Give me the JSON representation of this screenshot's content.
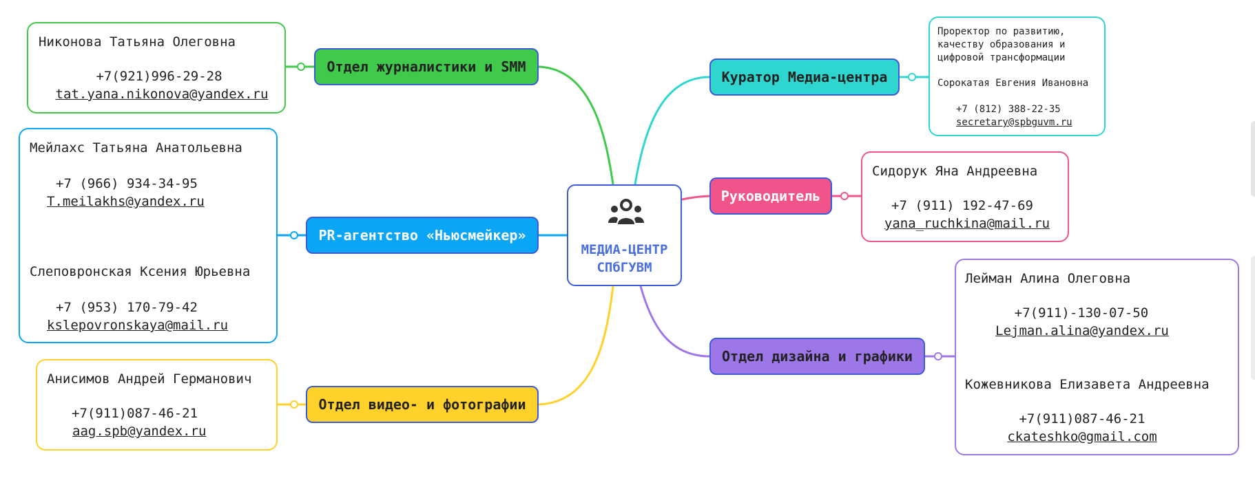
{
  "center": {
    "line1": "МЕДИА-ЦЕНТР",
    "line2": "СПбГУВМ",
    "icon": "people-group-icon"
  },
  "branches": {
    "journalism": {
      "label": "Отдел журналистики и SMM",
      "color": "#40c94a"
    },
    "pr": {
      "label": "PR-агентство «Ньюсмейкер»",
      "color": "#0aa5f5"
    },
    "video": {
      "label": "Отдел видео- и фотографии",
      "color": "#ffd12a"
    },
    "curator": {
      "label": "Куратор Медиа-центра",
      "color": "#2fd6d0"
    },
    "head": {
      "label": "Руководитель",
      "color": "#f0548a"
    },
    "design": {
      "label": "Отдел дизайна и графики",
      "color": "#9d77e8"
    }
  },
  "cards": {
    "journalism": {
      "name": "Никонова Татьяна Олеговна",
      "phone": "+7(921)996-29-28",
      "email": "tat.yana.nikonova@yandex.ru"
    },
    "pr": [
      {
        "name": "Мейлахс Татьяна Анатольевна",
        "phone": "+7 (966) 934-34-95",
        "email": "T.meilakhs@yandex.ru"
      },
      {
        "name": "Слеповронская Ксения Юрьевна",
        "phone": "+7 (953) 170-79-42",
        "email": "kslepovronskaya@mail.ru"
      }
    ],
    "video": {
      "name": "Анисимов Андрей Германович",
      "phone": "+7(911)087-46-21",
      "email": "aag.spb@yandex.ru"
    },
    "curator": {
      "role1": "Проректор по развитию,",
      "role2": "качеству образования и",
      "role3": "цифровой трансформации",
      "name": "Сорокатая Евгения Ивановна",
      "phone": "+7 (812) 388-22-35",
      "email": "secretary@spbguvm.ru"
    },
    "head": {
      "name": "Сидорук Яна Андреевна",
      "phone": "+7 (911) 192-47-69",
      "email": "yana_ruchkina@mail.ru"
    },
    "design": [
      {
        "name": "Лейман Алина Олеговна",
        "phone": "+7(911)-130-07-50",
        "email": "Lejman.alina@yandex.ru"
      },
      {
        "name": "Кожевникова Елизавета Андреевна",
        "phone": "+7(911)087-46-21",
        "email": "ckateshko@gmail.com"
      }
    ]
  }
}
